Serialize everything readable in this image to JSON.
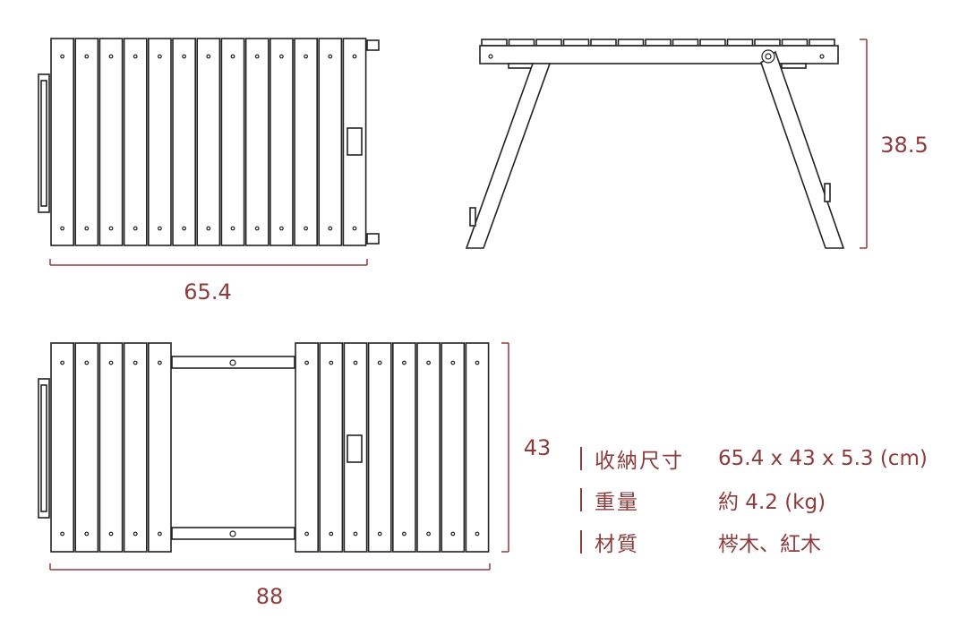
{
  "colors": {
    "accent": "#8e3b3b",
    "line": "#222222"
  },
  "dimensions": {
    "top_width": "65.4",
    "side_height": "38.5",
    "open_depth": "43",
    "open_width": "88"
  },
  "specs": [
    {
      "label": "收納尺寸",
      "value": "65.4 x 43 x 5.3 (cm)"
    },
    {
      "label": "重量",
      "value": "約 4.2 (kg)"
    },
    {
      "label": "材質",
      "value": "梣木、紅木"
    }
  ]
}
